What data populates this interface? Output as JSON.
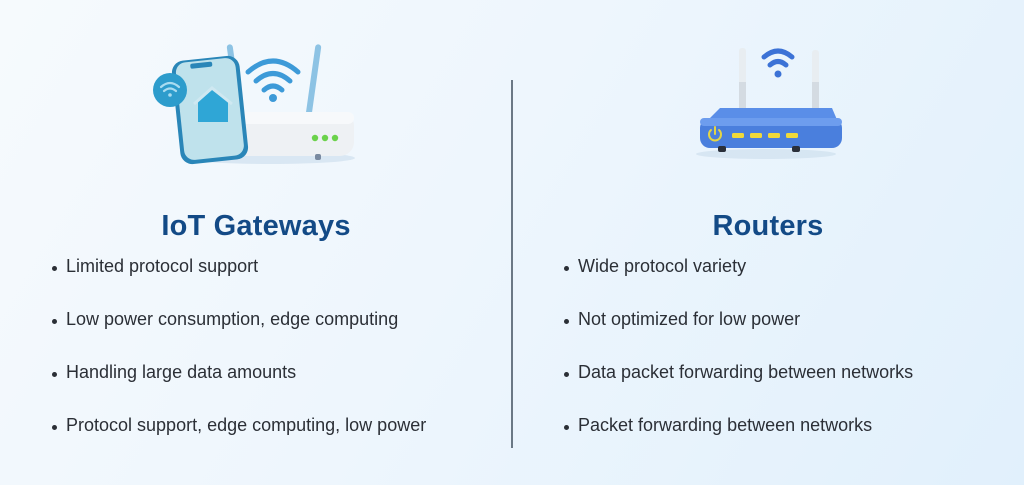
{
  "colors": {
    "title": "#134a86",
    "body_text": "#2b2f36",
    "divider": "#6b7885",
    "background_start": "#f6fafd",
    "background_end": "#e1f0fc"
  },
  "left": {
    "illustration": "iot-gateway-illustration",
    "title": "IoT Gateways",
    "bullets": [
      "Limited protocol support",
      "Low power consumption, edge computing",
      "Handling large data amounts",
      "Protocol support, edge computing, low power"
    ]
  },
  "right": {
    "illustration": "router-illustration",
    "title": "Routers",
    "bullets": [
      "Wide protocol variety",
      "Not optimized for low power",
      "Data packet forwarding between networks",
      "Packet forwarding between networks"
    ]
  }
}
